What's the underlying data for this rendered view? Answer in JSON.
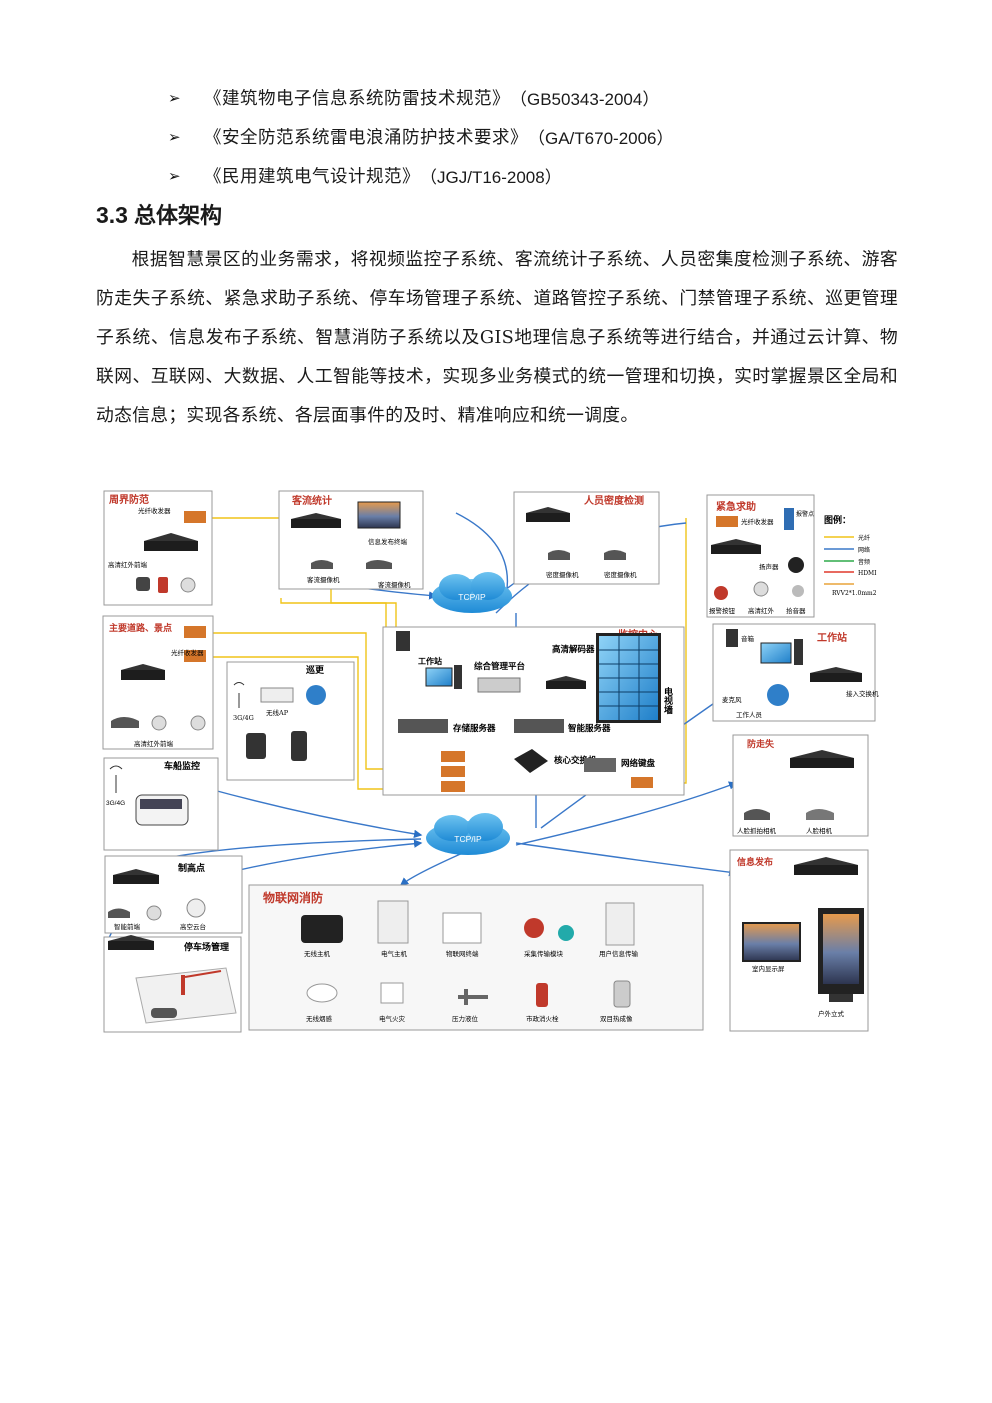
{
  "references": [
    {
      "title": "《建筑物电子信息系统防雷技术规范》",
      "code": "（GB50343-2004）"
    },
    {
      "title": "《安全防范系统雷电浪涌防护技术要求》",
      "code": "（GA/T670-2006）"
    },
    {
      "title": "《民用建筑电气设计规范》",
      "code": "（JGJ/T16-2008）"
    }
  ],
  "section": {
    "number": "3.3",
    "title": "总体架构"
  },
  "paragraph": "根据智慧景区的业务需求，将视频监控子系统、客流统计子系统、人员密集度检测子系统、游客防走失子系统、紧急求助子系统、停车场管理子系统、道路管控子系统、门禁管理子系统、巡更管理子系统、信息发布子系统、智慧消防子系统以及GIS地理信息子系统等进行结合，并通过云计算、物联网、互联网、大数据、人工智能等技术，实现多业务模式的统一管理和切换，实时掌握景区全局和动态信息；实现各系统、各层面事件的及时、精准响应和统一调度。",
  "diagram": {
    "perimeter": {
      "title": "周界防范",
      "fiber": "光纤收发器",
      "front": "高清红外前端"
    },
    "visitor_flow": {
      "title": "客流统计",
      "display": "信息发布终端",
      "cam1": "客流摄像机",
      "cam2": "客流摄像机"
    },
    "density": {
      "title": "人员密度检测",
      "cam1": "密度摄像机",
      "cam2": "密度摄像机"
    },
    "emergency": {
      "title": "紧急求助",
      "fiber": "光纤收发器",
      "alarm_light": "报警点",
      "speaker": "扬声器",
      "btn": "报警按钮",
      "front": "高清红外",
      "pickup": "拾音器"
    },
    "legend": {
      "title": "图例：",
      "items": [
        "光纤",
        "网络",
        "音频",
        "HDMI",
        "RVV2*1.0mm2"
      ],
      "colors": [
        "#f0c419",
        "#3a78c9",
        "#2eaa4a",
        "#e0392b",
        "#e8a33a"
      ]
    },
    "cloud_top": "TCP/IP",
    "cloud_bottom": "TCP/IP",
    "road": {
      "title": "主要道路、景点",
      "fiber": "光纤收发器",
      "front": "高清红外前端"
    },
    "patrol": {
      "title": "巡更",
      "ap": "无线AP",
      "net": "3G/4G"
    },
    "monitor": {
      "title": "监控中心",
      "workstation": "工作站",
      "platform": "综合管理平台",
      "decoder": "高清解码器",
      "wall": "电视墙",
      "storage": "存储服务器",
      "smart": "智能服务器",
      "core": "核心交换机",
      "keyboard": "网络键盘"
    },
    "workstation_box": {
      "title": "工作站",
      "speaker": "音箱",
      "mic": "麦克风",
      "staff": "工作人员",
      "switch": "接入交换机"
    },
    "vehicle": {
      "title": "车船监控",
      "net": "3G/4G"
    },
    "lost": {
      "title": "防走失",
      "cam1": "人脸抓拍相机",
      "cam2": "人脸相机"
    },
    "highpoint": {
      "title": "制高点",
      "front": "智能前端",
      "ptz": "高空云台"
    },
    "parking": {
      "title": "停车场管理"
    },
    "iot_fire": {
      "title": "物联网消防",
      "row1": [
        "无线主机",
        "电气主机",
        "物联网终端",
        "采集传输模块",
        "用户信息传输"
      ],
      "row2": [
        "无线烟感",
        "电气火灾",
        "压力液位",
        "市政消火栓",
        "双目热成像"
      ]
    },
    "info": {
      "title": "信息发布",
      "indoor": "室内显示屏",
      "outdoor": "户外立式"
    }
  }
}
